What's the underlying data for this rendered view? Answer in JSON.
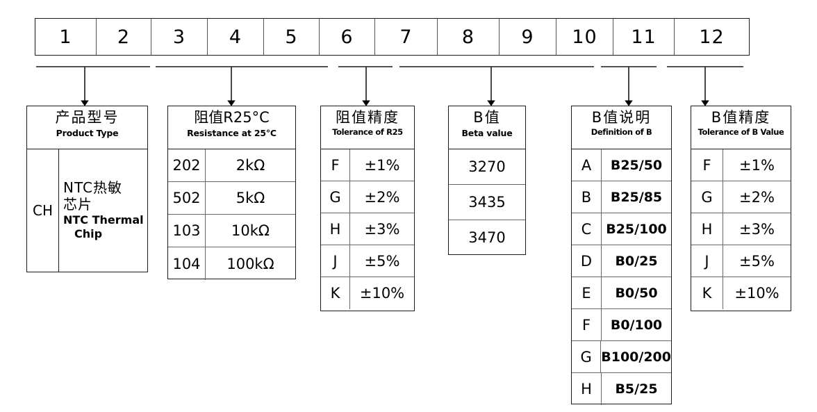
{
  "diagram": {
    "title_semantic": "part-number-coding-system",
    "positions": [
      "1",
      "2",
      "3",
      "4",
      "5",
      "6",
      "7",
      "8",
      "9",
      "10",
      "11",
      "12"
    ]
  },
  "groups": [
    {
      "id": "product-type",
      "positions": "1-2",
      "header_cn": "产品型号",
      "header_en": "Product Type",
      "code": "CH",
      "desc_cn_1": "NTC热敏",
      "desc_cn_2": "芯片",
      "desc_en_1": "NTC Thermal",
      "desc_en_2": "Chip"
    },
    {
      "id": "resistance",
      "positions": "3-5",
      "header_cn": "阻值R25°C",
      "header_en": "Resistance at 25°C",
      "rows": [
        {
          "code": "202",
          "value": "2kΩ"
        },
        {
          "code": "502",
          "value": "5kΩ"
        },
        {
          "code": "103",
          "value": "10kΩ"
        },
        {
          "code": "104",
          "value": "100kΩ"
        }
      ]
    },
    {
      "id": "tolerance-r25",
      "positions": "6",
      "header_cn": "阻值精度",
      "header_en": "Tolerance of R25",
      "rows": [
        {
          "code": "F",
          "value": "±1%"
        },
        {
          "code": "G",
          "value": "±2%"
        },
        {
          "code": "H",
          "value": "±3%"
        },
        {
          "code": "J",
          "value": "±5%"
        },
        {
          "code": "K",
          "value": "±10%"
        }
      ]
    },
    {
      "id": "beta-value",
      "positions": "7-9",
      "header_cn": "B值",
      "header_en": "Beta value",
      "rows": [
        {
          "value": "3270"
        },
        {
          "value": "3435"
        },
        {
          "value": "3470"
        }
      ]
    },
    {
      "id": "definition-of-b",
      "positions": "10-11",
      "header_cn": "B值说明",
      "header_en": "Definition of B",
      "rows": [
        {
          "code": "A",
          "value": "B25/50"
        },
        {
          "code": "B",
          "value": "B25/85"
        },
        {
          "code": "C",
          "value": "B25/100"
        },
        {
          "code": "D",
          "value": "B0/25"
        },
        {
          "code": "E",
          "value": "B0/50"
        },
        {
          "code": "F",
          "value": "B0/100"
        },
        {
          "code": "G",
          "value": "B100/200"
        },
        {
          "code": "H",
          "value": "B5/25"
        }
      ]
    },
    {
      "id": "tolerance-b",
      "positions": "12",
      "header_cn": "B值精度",
      "header_en": "Tolerance of B Value",
      "rows": [
        {
          "code": "F",
          "value": "±1%"
        },
        {
          "code": "G",
          "value": "±2%"
        },
        {
          "code": "H",
          "value": "±3%"
        },
        {
          "code": "J",
          "value": "±5%"
        },
        {
          "code": "K",
          "value": "±10%"
        }
      ]
    }
  ],
  "colors": {
    "line": "#1a1a1a",
    "inner_line": "#666666",
    "background": "#ffffff",
    "text": "#000000"
  }
}
